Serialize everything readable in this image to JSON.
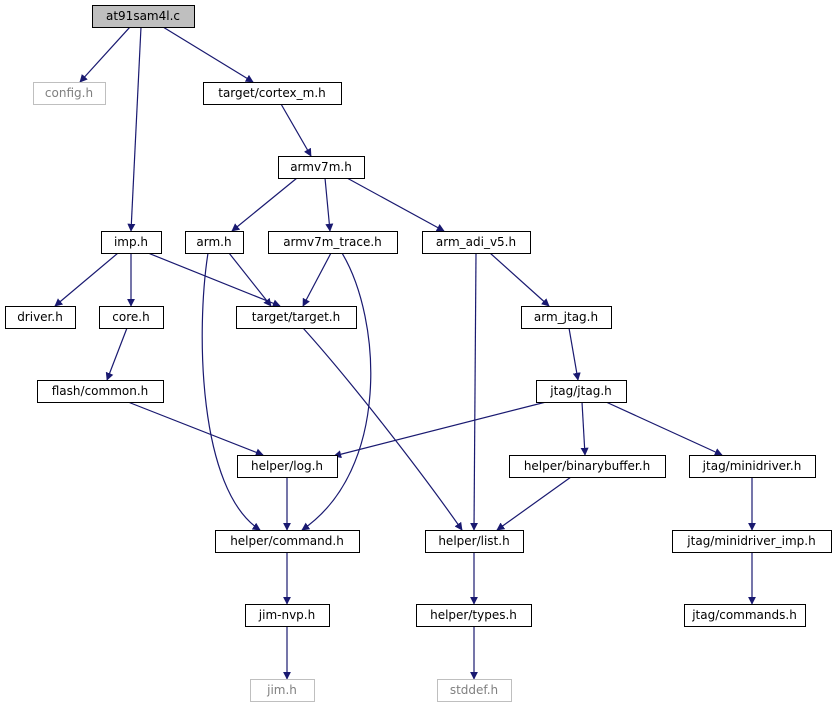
{
  "colors": {
    "edge": "#191970",
    "node_border": "#000000",
    "external_border": "#bfbfbf",
    "external_text": "#808080",
    "root_fill": "#bfbfbf"
  },
  "nodes": {
    "at91sam4l_c": "at91sam4l.c",
    "config_h": "config.h",
    "target_cortex_m_h": "target/cortex_m.h",
    "armv7m_h": "armv7m.h",
    "imp_h": "imp.h",
    "arm_h": "arm.h",
    "armv7m_trace_h": "armv7m_trace.h",
    "arm_adi_v5_h": "arm_adi_v5.h",
    "driver_h": "driver.h",
    "core_h": "core.h",
    "target_target_h": "target/target.h",
    "arm_jtag_h": "arm_jtag.h",
    "flash_common_h": "flash/common.h",
    "jtag_jtag_h": "jtag/jtag.h",
    "helper_log_h": "helper/log.h",
    "helper_binarybuffer_h": "helper/binarybuffer.h",
    "jtag_minidriver_h": "jtag/minidriver.h",
    "helper_command_h": "helper/command.h",
    "helper_list_h": "helper/list.h",
    "jtag_minidriver_imp_h": "jtag/minidriver_imp.h",
    "jim_nvp_h": "jim-nvp.h",
    "helper_types_h": "helper/types.h",
    "jtag_commands_h": "jtag/commands.h",
    "jim_h": "jim.h",
    "stddef_h": "stddef.h"
  }
}
